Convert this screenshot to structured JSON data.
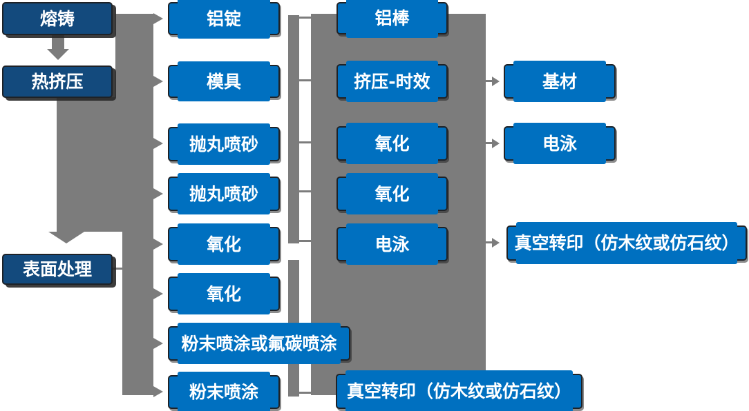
{
  "diagram": {
    "title": "aluminum-profile-production-process-flow",
    "colors": {
      "node_fill": "#0070C0",
      "node_dark_fill": "#134A7D",
      "connector_gray": "#7C7C7C",
      "text": "#FFFFFF",
      "border": "#1E2227"
    },
    "nodes": {
      "melting_casting": "熔铸",
      "hot_extrusion": "热挤压",
      "surface_treatment": "表面处理",
      "aluminum_ingot": "铝锭",
      "mold": "模具",
      "shot_blasting_1": "抛丸喷砂",
      "shot_blasting_2": "抛丸喷砂",
      "oxidation_1": "氧化",
      "oxidation_2": "氧化",
      "powder_or_fluorocarbon": "粉末喷涂或氟碳喷涂",
      "powder_coating": "粉末喷涂",
      "aluminum_bar": "铝棒",
      "extrusion_aging": "挤压-时效",
      "oxidation_3": "氧化",
      "oxidation_4": "氧化",
      "electrophoresis_1": "电泳",
      "vacuum_transfer_1": "真空转印（仿木纹或仿石纹）",
      "base_material": "基材",
      "electrophoresis_2": "电泳",
      "vacuum_transfer_2": "真空转印（仿木纹或仿石纹）"
    },
    "edges": [
      {
        "from": "melting_casting",
        "to": "hot_extrusion"
      },
      {
        "from": "melting_casting",
        "to": "aluminum_ingot"
      },
      {
        "from": "hot_extrusion",
        "to": "mold"
      },
      {
        "from": "hot_extrusion",
        "to": "surface_treatment"
      },
      {
        "from": "hot_extrusion",
        "to": "shot_blasting_1"
      },
      {
        "from": "hot_extrusion",
        "to": "shot_blasting_2"
      },
      {
        "from": "hot_extrusion",
        "to": "oxidation_1"
      },
      {
        "from": "surface_treatment",
        "to": "oxidation_2"
      },
      {
        "from": "surface_treatment",
        "to": "powder_or_fluorocarbon"
      },
      {
        "from": "surface_treatment",
        "to": "powder_coating"
      },
      {
        "from": "aluminum_ingot",
        "to": "aluminum_bar"
      },
      {
        "from": "mold",
        "to": "extrusion_aging"
      },
      {
        "from": "shot_blasting_1",
        "to": "oxidation_3"
      },
      {
        "from": "shot_blasting_2",
        "to": "oxidation_4"
      },
      {
        "from": "oxidation_1",
        "to": "electrophoresis_1"
      },
      {
        "from": "powder_coating",
        "to": "vacuum_transfer_1"
      },
      {
        "from": "extrusion_aging",
        "to": "base_material"
      },
      {
        "from": "oxidation_3",
        "to": "electrophoresis_2"
      },
      {
        "from": "electrophoresis_1",
        "to": "vacuum_transfer_2"
      }
    ]
  }
}
